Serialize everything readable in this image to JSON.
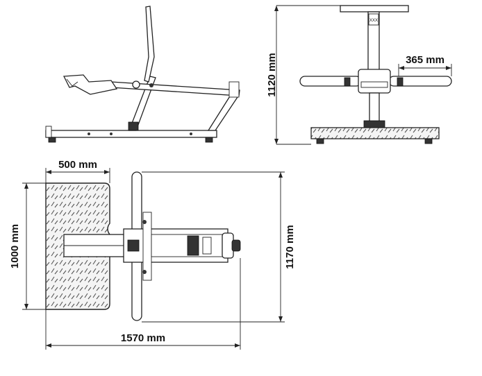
{
  "dimensions": {
    "width_side_label": "365 mm",
    "height_front_label": "1120 mm",
    "platform_width_label": "500 mm",
    "platform_length_label": "1000 mm",
    "overall_width_label": "1170 mm",
    "overall_length_label": "1570 mm"
  },
  "views": {
    "logo_text": "XXX"
  }
}
